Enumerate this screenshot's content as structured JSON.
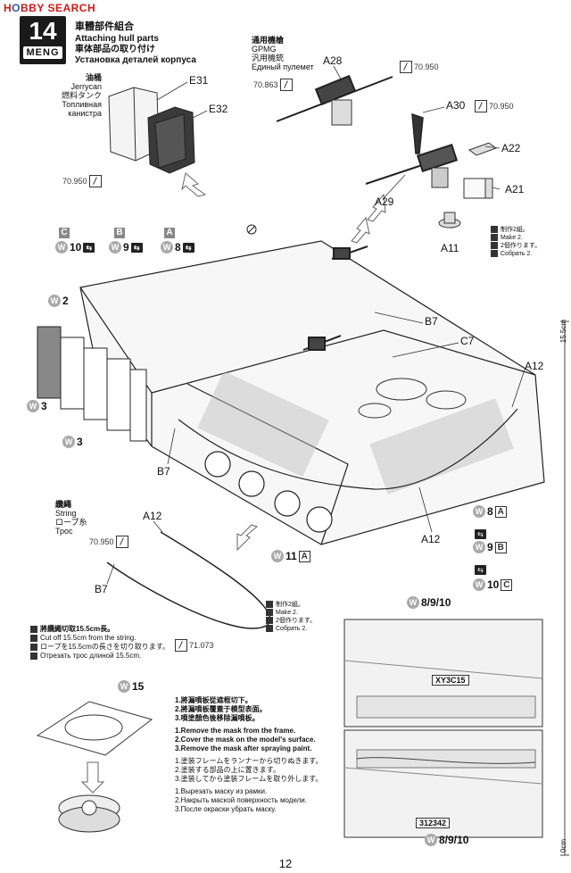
{
  "brand": {
    "left": "H",
    "o": "O",
    "rest": "BBY SEARCH"
  },
  "step": {
    "number": "14",
    "logo": "MENG"
  },
  "title": {
    "chinese": "車體部件組合",
    "english": "Attaching hull parts",
    "japanese": "車体部品の取り付け",
    "russian": "Установка деталей корпуса"
  },
  "jerrycan": {
    "chinese": "油桶",
    "english": "Jerrycan",
    "japanese": "燃料タンク",
    "russian": "Топливная канистра"
  },
  "gpmg": {
    "chinese": "通用機槍",
    "english": "GPMG",
    "japanese": "汎用機銃",
    "russian": "Единый пулемет"
  },
  "string_label": {
    "chinese": "纜繩",
    "english": "String",
    "japanese": "ロープ糸",
    "russian": "Трос"
  },
  "parts": {
    "e31": "E31",
    "e32": "E32",
    "a28": "A28",
    "a30": "A30",
    "a22": "A22",
    "a21": "A21",
    "a29": "A29",
    "a11": "A11",
    "b7_top": "B7",
    "c7": "C7",
    "a12_right": "A12",
    "b7_left": "B7",
    "a12_bottom": "A12",
    "a12_string": "A12",
    "b7_string": "B7"
  },
  "paints": {
    "p1": "70.950",
    "p2": "70.863",
    "p3": "70.950",
    "p4": "70.950",
    "p5": "70.950",
    "p6": "71.073"
  },
  "make2_right": {
    "chinese": "制作2組。",
    "english": "Make 2.",
    "japanese": "2個作ります。",
    "russian": "Собрать 2."
  },
  "make2_bottom": {
    "chinese": "制作2組。",
    "english": "Make 2.",
    "japanese": "2個作ります。",
    "russian": "Собрать 2."
  },
  "string_cut": {
    "chinese": "將纜繩切取15.5cm長。",
    "english": "Cut off 15.5cm from the string.",
    "japanese": "ロープを15.5cmの長さを切り取ります。",
    "russian": "Отрезать трос длиной 15.5cm."
  },
  "top_badges": {
    "c": "C",
    "b": "B",
    "a": "A",
    "w10": "10",
    "w9": "9",
    "w8": "8"
  },
  "left_badges": {
    "w2": "2",
    "w3a": "3",
    "w3b": "3"
  },
  "right_badges": {
    "w8": "8",
    "a": "A",
    "w9": "9",
    "b": "B",
    "w10": "10",
    "c": "C",
    "w11": "11",
    "a2": "A"
  },
  "detail": {
    "top_badge": "8/9/10",
    "plate_top": "XY3C15",
    "plate_bottom": "312342",
    "bottom_badge": "8/9/10"
  },
  "mask": {
    "badge": "15",
    "chinese": [
      "1.將漏噴板從遮框切下。",
      "2.將漏噴板覆蓋于模型表面。",
      "3.噴塗顏色後移除漏噴板。"
    ],
    "english": [
      "1.Remove the mask from the frame.",
      "2.Cover the mask on the model's surface.",
      "3.Remove the mask after spraying paint."
    ],
    "japanese": [
      "1.塗装フレームをランナーから切りぬきます。",
      "2.塗装する部品の上に置きます。",
      "3.塗装してから塗装フレームを取り外します。"
    ],
    "russian": [
      "1.Вырезать маску из рамки.",
      "2.Накрыть маской поверхность модели.",
      "3.После окраски убрать маску."
    ]
  },
  "ruler": {
    "top": "15.5cm",
    "bottom": "0cm"
  },
  "page_number": "12"
}
